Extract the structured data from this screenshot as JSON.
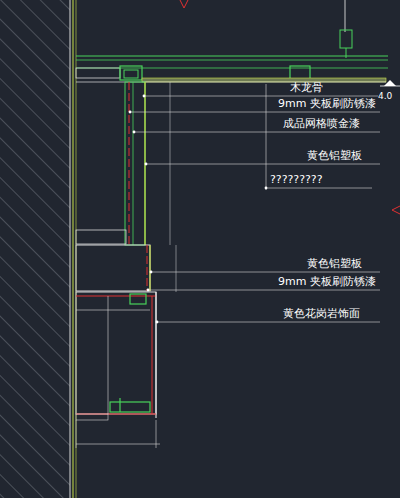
{
  "diagram": {
    "labels": [
      "木龙骨",
      "9mm 夹板刷防锈漆",
      "成品网格喷金漆",
      "黄色铝塑板",
      "?????????",
      "黄色铝塑板",
      "9mm 夹板刷防锈漆",
      "黄色花岗岩饰面",
      "4.0"
    ]
  }
}
